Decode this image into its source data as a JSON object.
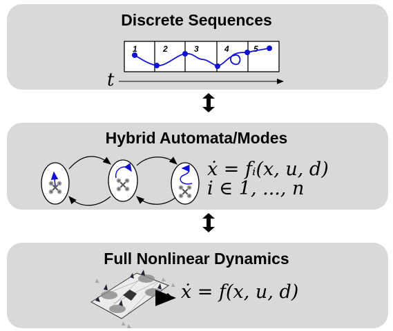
{
  "panels": [
    {
      "title": "Discrete Sequences"
    },
    {
      "title": "Hybrid Automata/Modes"
    },
    {
      "title": "Full Nonlinear Dynamics"
    }
  ],
  "sequence": {
    "cells": [
      "1",
      "2",
      "3",
      "4",
      "5"
    ],
    "time_label": "t"
  },
  "hybrid": {
    "equation_dyn": "ẋ = fᵢ(x, u, d)",
    "equation_index": "i ∈ 1, ..., n"
  },
  "full": {
    "equation": "ẋ = f(x, u, d)"
  },
  "colors": {
    "panel_bg": "#d9d9d9",
    "trajectory": "#1010d0",
    "arrow": "#000000"
  }
}
